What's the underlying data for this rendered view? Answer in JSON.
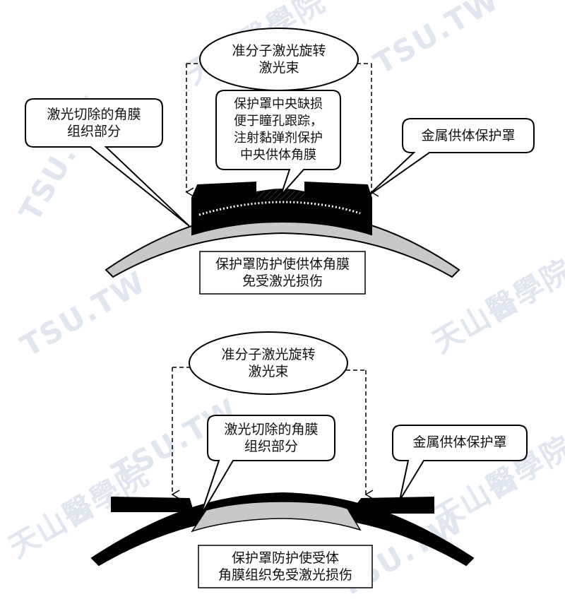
{
  "watermark": {
    "text": "TSU.TW",
    "cjk": "天山醫學院",
    "color": "#dfe6ef"
  },
  "top_panel": {
    "beam_label": "准分子激光旋转\n激光束",
    "center_note": "保护罩中央缺损\n便于瞳孔跟踪，\n注射黏弹剂保护\n中央供体角膜",
    "ablated_label": "激光切除的角膜\n组织部分",
    "shield_label": "金属供体保护罩",
    "caption": "保护罩防护使供体角膜\n免受激光损伤"
  },
  "bottom_panel": {
    "beam_label": "准分子激光旋转\n激光束",
    "ablated_label": "激光切除的角膜\n组织部分",
    "shield_label": "金属供体保护罩",
    "caption": "保护罩防护使受体\n角膜组织免受激光损伤"
  }
}
